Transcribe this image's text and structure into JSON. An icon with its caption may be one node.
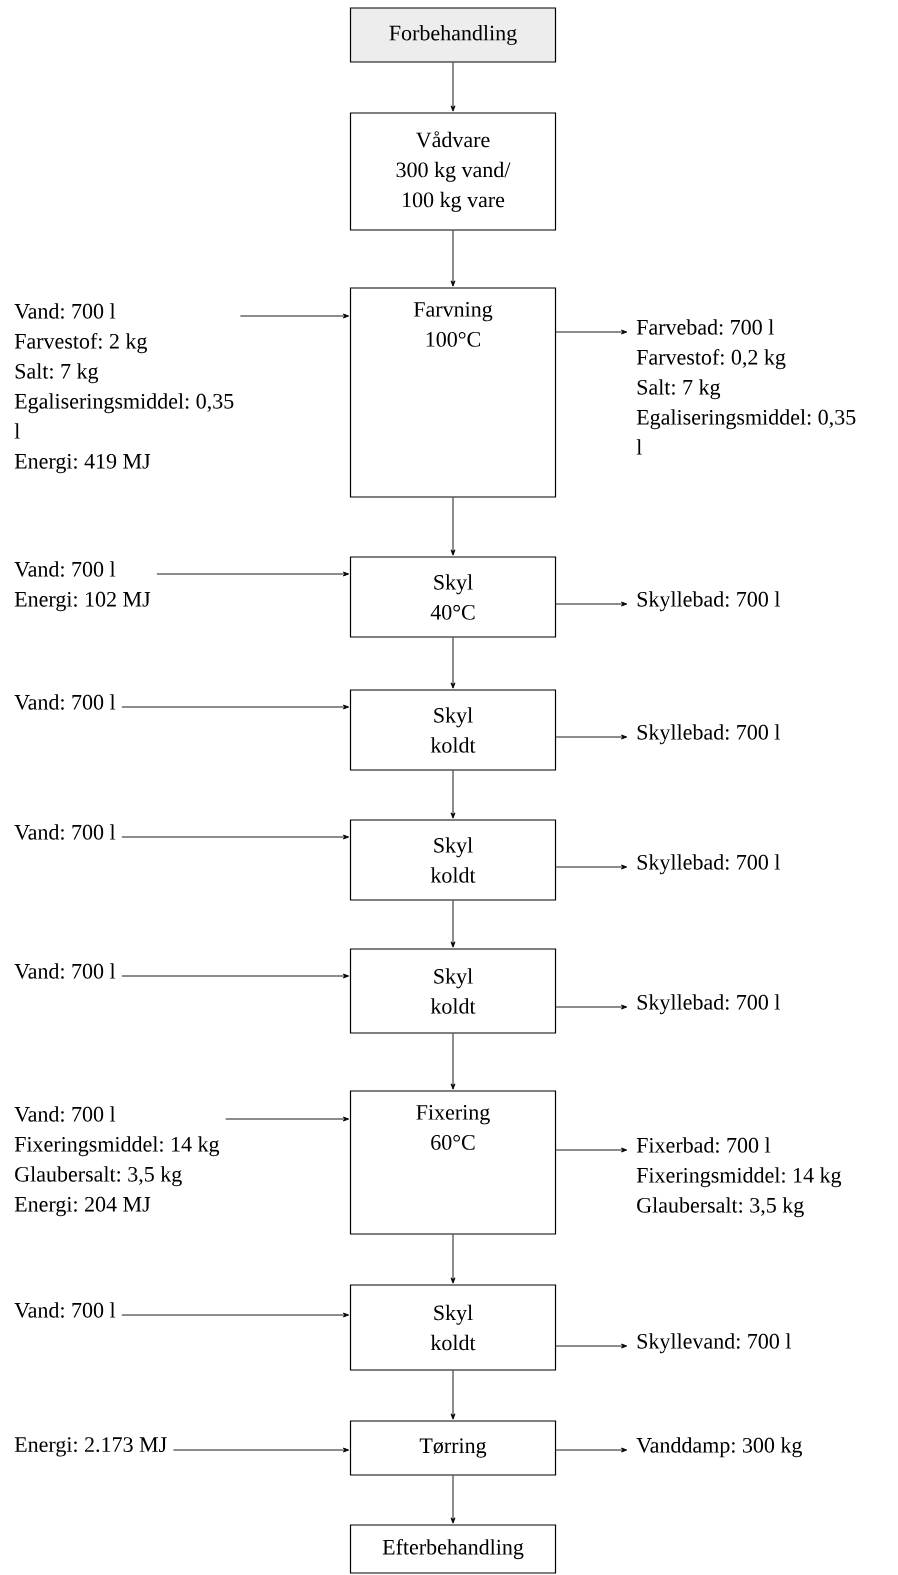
{
  "diagram": {
    "nodes": [
      {
        "text": [
          "Forbehandling"
        ]
      },
      {
        "text": [
          "Vådvare",
          "300 kg vand/ 100 kg vare"
        ]
      },
      {
        "text": [
          "Vand: 700 l",
          "Farvestof: 2 kg",
          "Salt: 7 kg",
          "Egaliseringsmiddel: 0,35 l",
          "Energi: 419 MJ"
        ]
      },
      {
        "text": [
          "Farvning",
          "100°C"
        ]
      },
      {
        "text": [
          "Farvebad: 700 l",
          "Farvestof: 0,2 kg",
          "Salt: 7 kg",
          "Egaliseringsmiddel: 0,35 l"
        ]
      },
      {
        "text": [
          "Vand: 700 l",
          "Energi: 102 MJ"
        ]
      },
      {
        "text": [
          "Skyl",
          "40°C"
        ]
      },
      {
        "text": [
          "Skyllebad: 700 l"
        ]
      },
      {
        "text": [
          "Vand: 700 l"
        ]
      },
      {
        "text": [
          "Skyl",
          "koldt"
        ]
      },
      {
        "text": [
          "Skyllebad: 700 l"
        ]
      },
      {
        "text": [
          "Vand: 700 l"
        ]
      },
      {
        "text": [
          "Skyl",
          "koldt"
        ]
      },
      {
        "text": [
          "Skyllebad: 700 l"
        ]
      },
      {
        "text": [
          "Vand: 700 l"
        ]
      },
      {
        "text": [
          "Skyl",
          "koldt"
        ]
      },
      {
        "text": [
          "Skyllebad: 700 l"
        ]
      },
      {
        "text": [
          "Vand: 700 l",
          "Fixeringsmiddel: 14 kg",
          "Glaubersalt: 3,5 kg",
          "Energi: 204 MJ"
        ]
      },
      {
        "text": [
          "Fixering",
          "60°C"
        ]
      },
      {
        "text": [
          "Fixerbad: 700 l",
          "Fixeringsmiddel: 14 kg",
          "Glaubersalt: 3,5 kg"
        ]
      },
      {
        "text": [
          "Vand: 700 l"
        ]
      },
      {
        "text": [
          "Skyl",
          "koldt"
        ]
      },
      {
        "text": [
          "Skyllevand: 700 l"
        ]
      },
      {
        "text": [
          "Energi: 2.173 MJ"
        ]
      },
      {
        "text": [
          "Tørring"
        ]
      },
      {
        "text": [
          "Vanddamp: 300 kg"
        ]
      },
      {
        "text": [
          "Efterbehandling"
        ]
      }
    ],
    "edges": [
      {
        "from": 0,
        "to": 1,
        "arrow": "to"
      },
      {
        "from": 1,
        "to": 3,
        "arrow": "to"
      },
      {
        "from": 2,
        "to": 3,
        "arrow": "to"
      },
      {
        "from": 3,
        "to": 4,
        "arrow": "to"
      },
      {
        "from": 3,
        "to": 6,
        "arrow": "to"
      },
      {
        "from": 5,
        "to": 6,
        "arrow": "to"
      },
      {
        "from": 6,
        "to": 7,
        "arrow": "to"
      },
      {
        "from": 6,
        "to": 9,
        "arrow": "to"
      },
      {
        "from": 8,
        "to": 9,
        "arrow": "to"
      },
      {
        "from": 9,
        "to": 10,
        "arrow": "to"
      },
      {
        "from": 9,
        "to": 12,
        "arrow": "to"
      },
      {
        "from": 11,
        "to": 12,
        "arrow": "to"
      },
      {
        "from": 12,
        "to": 13,
        "arrow": "to"
      },
      {
        "from": 12,
        "to": 15,
        "arrow": "to"
      },
      {
        "from": 14,
        "to": 15,
        "arrow": "to"
      },
      {
        "from": 15,
        "to": 16,
        "arrow": "to"
      },
      {
        "from": 15,
        "to": 18,
        "arrow": "to"
      },
      {
        "from": 17,
        "to": 18,
        "arrow": "to"
      },
      {
        "from": 18,
        "to": 19,
        "arrow": "to"
      },
      {
        "from": 18,
        "to": 21,
        "arrow": "to"
      },
      {
        "from": 20,
        "to": 21,
        "arrow": "to"
      },
      {
        "from": 21,
        "to": 22,
        "arrow": "to"
      },
      {
        "from": 21,
        "to": 24,
        "arrow": "to"
      },
      {
        "from": 23,
        "to": 24,
        "arrow": "to"
      },
      {
        "from": 24,
        "to": 25,
        "arrow": "to"
      },
      {
        "from": 24,
        "to": 26,
        "arrow": "to"
      }
    ]
  }
}
